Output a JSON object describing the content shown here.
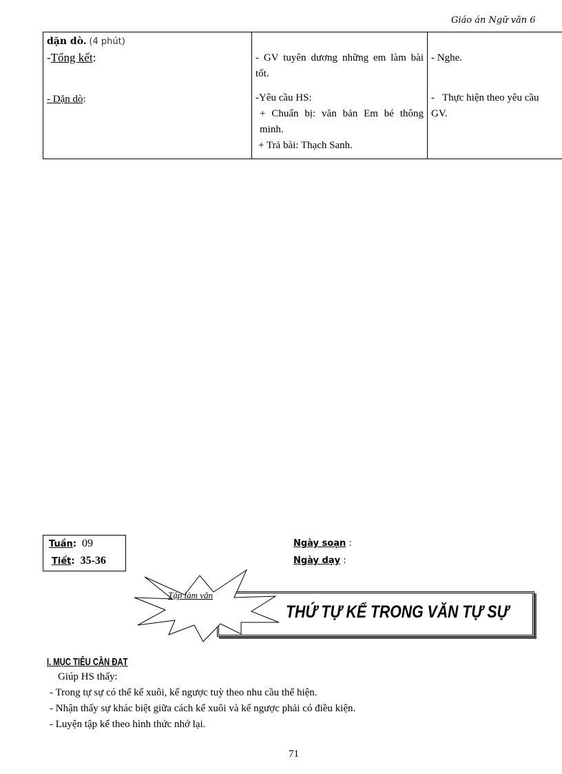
{
  "header": {
    "title": "Giáo án Ngữ văn 6"
  },
  "table": {
    "col1": {
      "heading_bold": "dặn dò.",
      "heading_time": "(4 phút)",
      "tong_ket": "Tổng kết",
      "dan_do": "Dặn dò"
    },
    "col2": {
      "gv_line": "- GV tuyên dương những em làm bài tốt.",
      "yeu_cau": "-Yêu cầu HS:",
      "chuan_bi": "+ Chuẩn bị: văn bản Em bé thông minh.",
      "tra_bai": "+ Trả bài: Thạch Sanh."
    },
    "col3": {
      "nghe": "- Nghe.",
      "thuc_hien": "-   Thực hiện theo yêu cầu GV."
    }
  },
  "info": {
    "tuan_label": "Tuần",
    "tuan_value": "09",
    "tiet_label": "Tiết",
    "tiet_value": "35-36",
    "ngay_soan": "Ngày soạn",
    "ngay_day": "Ngày dạy"
  },
  "banner": {
    "category": "Tập làm văn",
    "title": "THỨ TỰ KỂ TRONG VĂN TỰ SỰ"
  },
  "section": {
    "heading": "I. MỤC TIÊU CẦN ĐẠT",
    "intro": "Giúp HS thấy:",
    "items": [
      "- Trong tự sự có thể kể xuôi, kể ngược tuỳ theo nhu cầu thể hiện.",
      "- Nhận thấy sự khác biệt giữa cách kể xuôi và kể ngược phải có điều kiện.",
      "- Luyện tập kể theo hình thức nhớ lại."
    ]
  },
  "page_number": "71"
}
